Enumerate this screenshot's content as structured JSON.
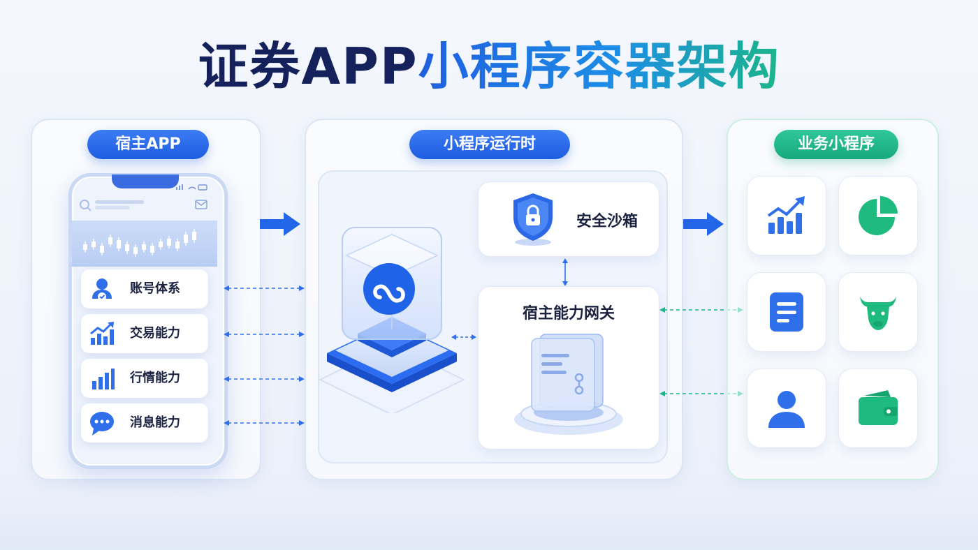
{
  "title": {
    "part1": "证券APP",
    "part2": "小程序容器架构"
  },
  "host_app": {
    "label": "宿主APP",
    "capabilities": [
      {
        "label": "账号体系",
        "icon": "user-shield-icon"
      },
      {
        "label": "交易能力",
        "icon": "trend-chart-icon"
      },
      {
        "label": "行情能力",
        "icon": "bar-chart-icon"
      },
      {
        "label": "消息能力",
        "icon": "chat-bubble-icon"
      }
    ]
  },
  "runtime": {
    "label": "小程序运行时",
    "sandbox_label": "安全沙箱",
    "gateway_label": "宿主能力网关"
  },
  "business": {
    "label": "业务小程序",
    "tiles": [
      {
        "icon": "growth-chart-icon"
      },
      {
        "icon": "pie-chart-icon"
      },
      {
        "icon": "document-icon"
      },
      {
        "icon": "bull-icon"
      },
      {
        "icon": "user-icon"
      },
      {
        "icon": "wallet-icon"
      }
    ]
  },
  "colors": {
    "primary": "#1d5de0",
    "accent_green": "#1cb58a",
    "dark": "#14215a"
  }
}
